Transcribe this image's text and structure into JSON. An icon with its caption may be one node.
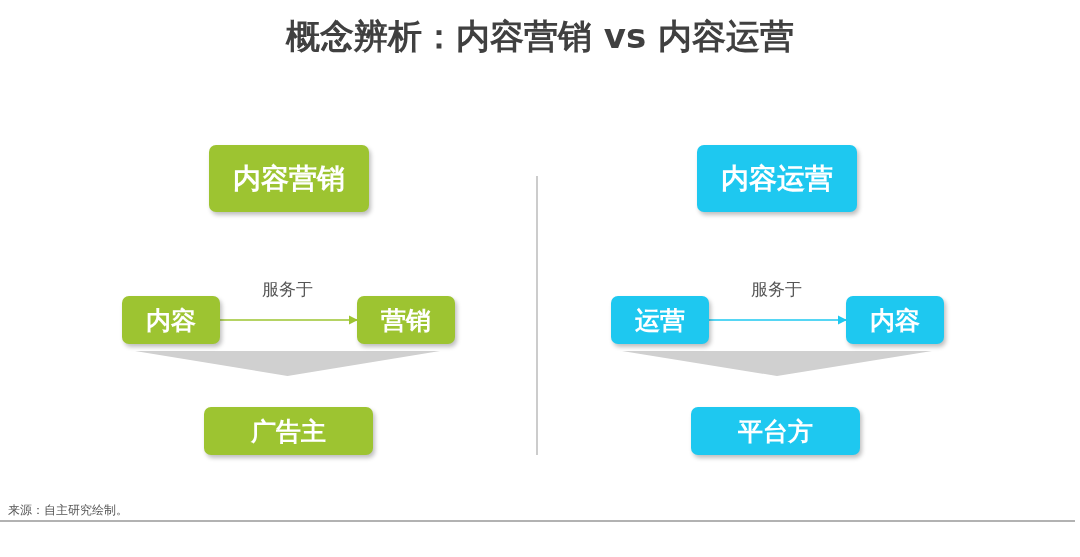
{
  "diagram": {
    "title": "概念辨析：内容营销 vs 内容运营",
    "nodes": [
      {
        "text": [
          "内容营销"
        ]
      },
      {
        "text": [
          "内容"
        ]
      },
      {
        "text": [
          "营销"
        ]
      },
      {
        "text": [
          "广告主"
        ]
      },
      {
        "text": [
          "内容运营"
        ]
      },
      {
        "text": [
          "运营"
        ]
      },
      {
        "text": [
          "内容"
        ]
      },
      {
        "text": [
          "平台方"
        ]
      }
    ],
    "edges": [
      {
        "from": 1,
        "to": 2,
        "arrow": "to",
        "label": "服务于",
        "color": "#9dc431"
      },
      {
        "from": 5,
        "to": 6,
        "arrow": "to",
        "label": "服务于",
        "color": "#1ec8f0"
      }
    ],
    "labels": [
      "来源：自主研究绘制。"
    ]
  }
}
